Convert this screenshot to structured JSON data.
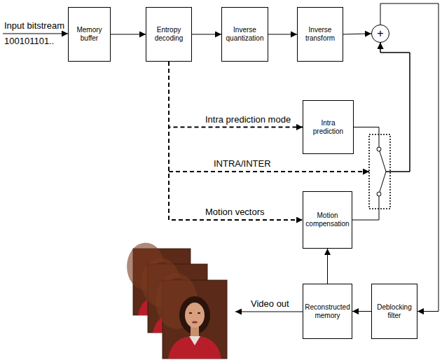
{
  "diagram": {
    "nodes": [
      {
        "text": [
          "Memory buffer"
        ]
      },
      {
        "text": [
          "Entropy decoding"
        ]
      },
      {
        "text": [
          "Inverse quantization"
        ]
      },
      {
        "text": [
          "Inverse transform"
        ]
      },
      {
        "text": [
          "+"
        ]
      },
      {
        "text": [
          "Intra prediction"
        ]
      },
      {
        "text": [
          "Motion compensation"
        ]
      },
      {
        "text": [
          "Reconstructed memory"
        ]
      },
      {
        "text": [
          "Deblocking filter"
        ]
      }
    ],
    "edges": [
      {
        "from": 0,
        "to": 1,
        "arrow": "to"
      },
      {
        "from": 1,
        "to": 2,
        "arrow": "to"
      },
      {
        "from": 2,
        "to": 3,
        "arrow": "to"
      },
      {
        "from": 3,
        "to": 4,
        "arrow": "to"
      },
      {
        "from": 1,
        "to": 5,
        "label": "Intra prediction mode",
        "arrow": "to"
      },
      {
        "from": 1,
        "to": 6,
        "label": "Motion vectors",
        "arrow": "to"
      },
      {
        "from": 5,
        "to": 4,
        "arrow": "to"
      },
      {
        "from": 6,
        "to": 4,
        "arrow": "to"
      },
      {
        "from": 7,
        "to": 6,
        "arrow": "to"
      },
      {
        "from": 8,
        "to": 7,
        "arrow": "to"
      },
      {
        "from": 4,
        "to": 8,
        "arrow": "to"
      }
    ],
    "labels": [
      "Input bitstream",
      "100101101..",
      "INTRA/INTER",
      "Video out"
    ]
  }
}
